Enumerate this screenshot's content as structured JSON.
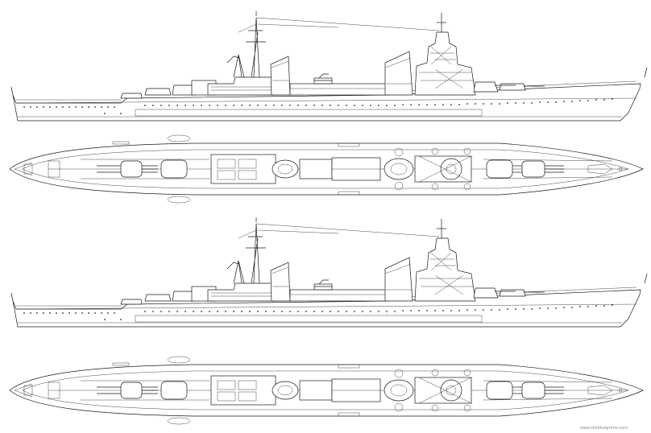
{
  "drawing": {
    "views": [
      {
        "id": "profile-1",
        "kind": "side-profile"
      },
      {
        "id": "plan-1",
        "kind": "deck-plan"
      },
      {
        "id": "profile-2",
        "kind": "side-profile"
      },
      {
        "id": "plan-2",
        "kind": "deck-plan"
      }
    ],
    "watermark": "www.theblueprints.com",
    "colors": {
      "line": "#1a1a1a",
      "paper": "#ffffff"
    }
  }
}
